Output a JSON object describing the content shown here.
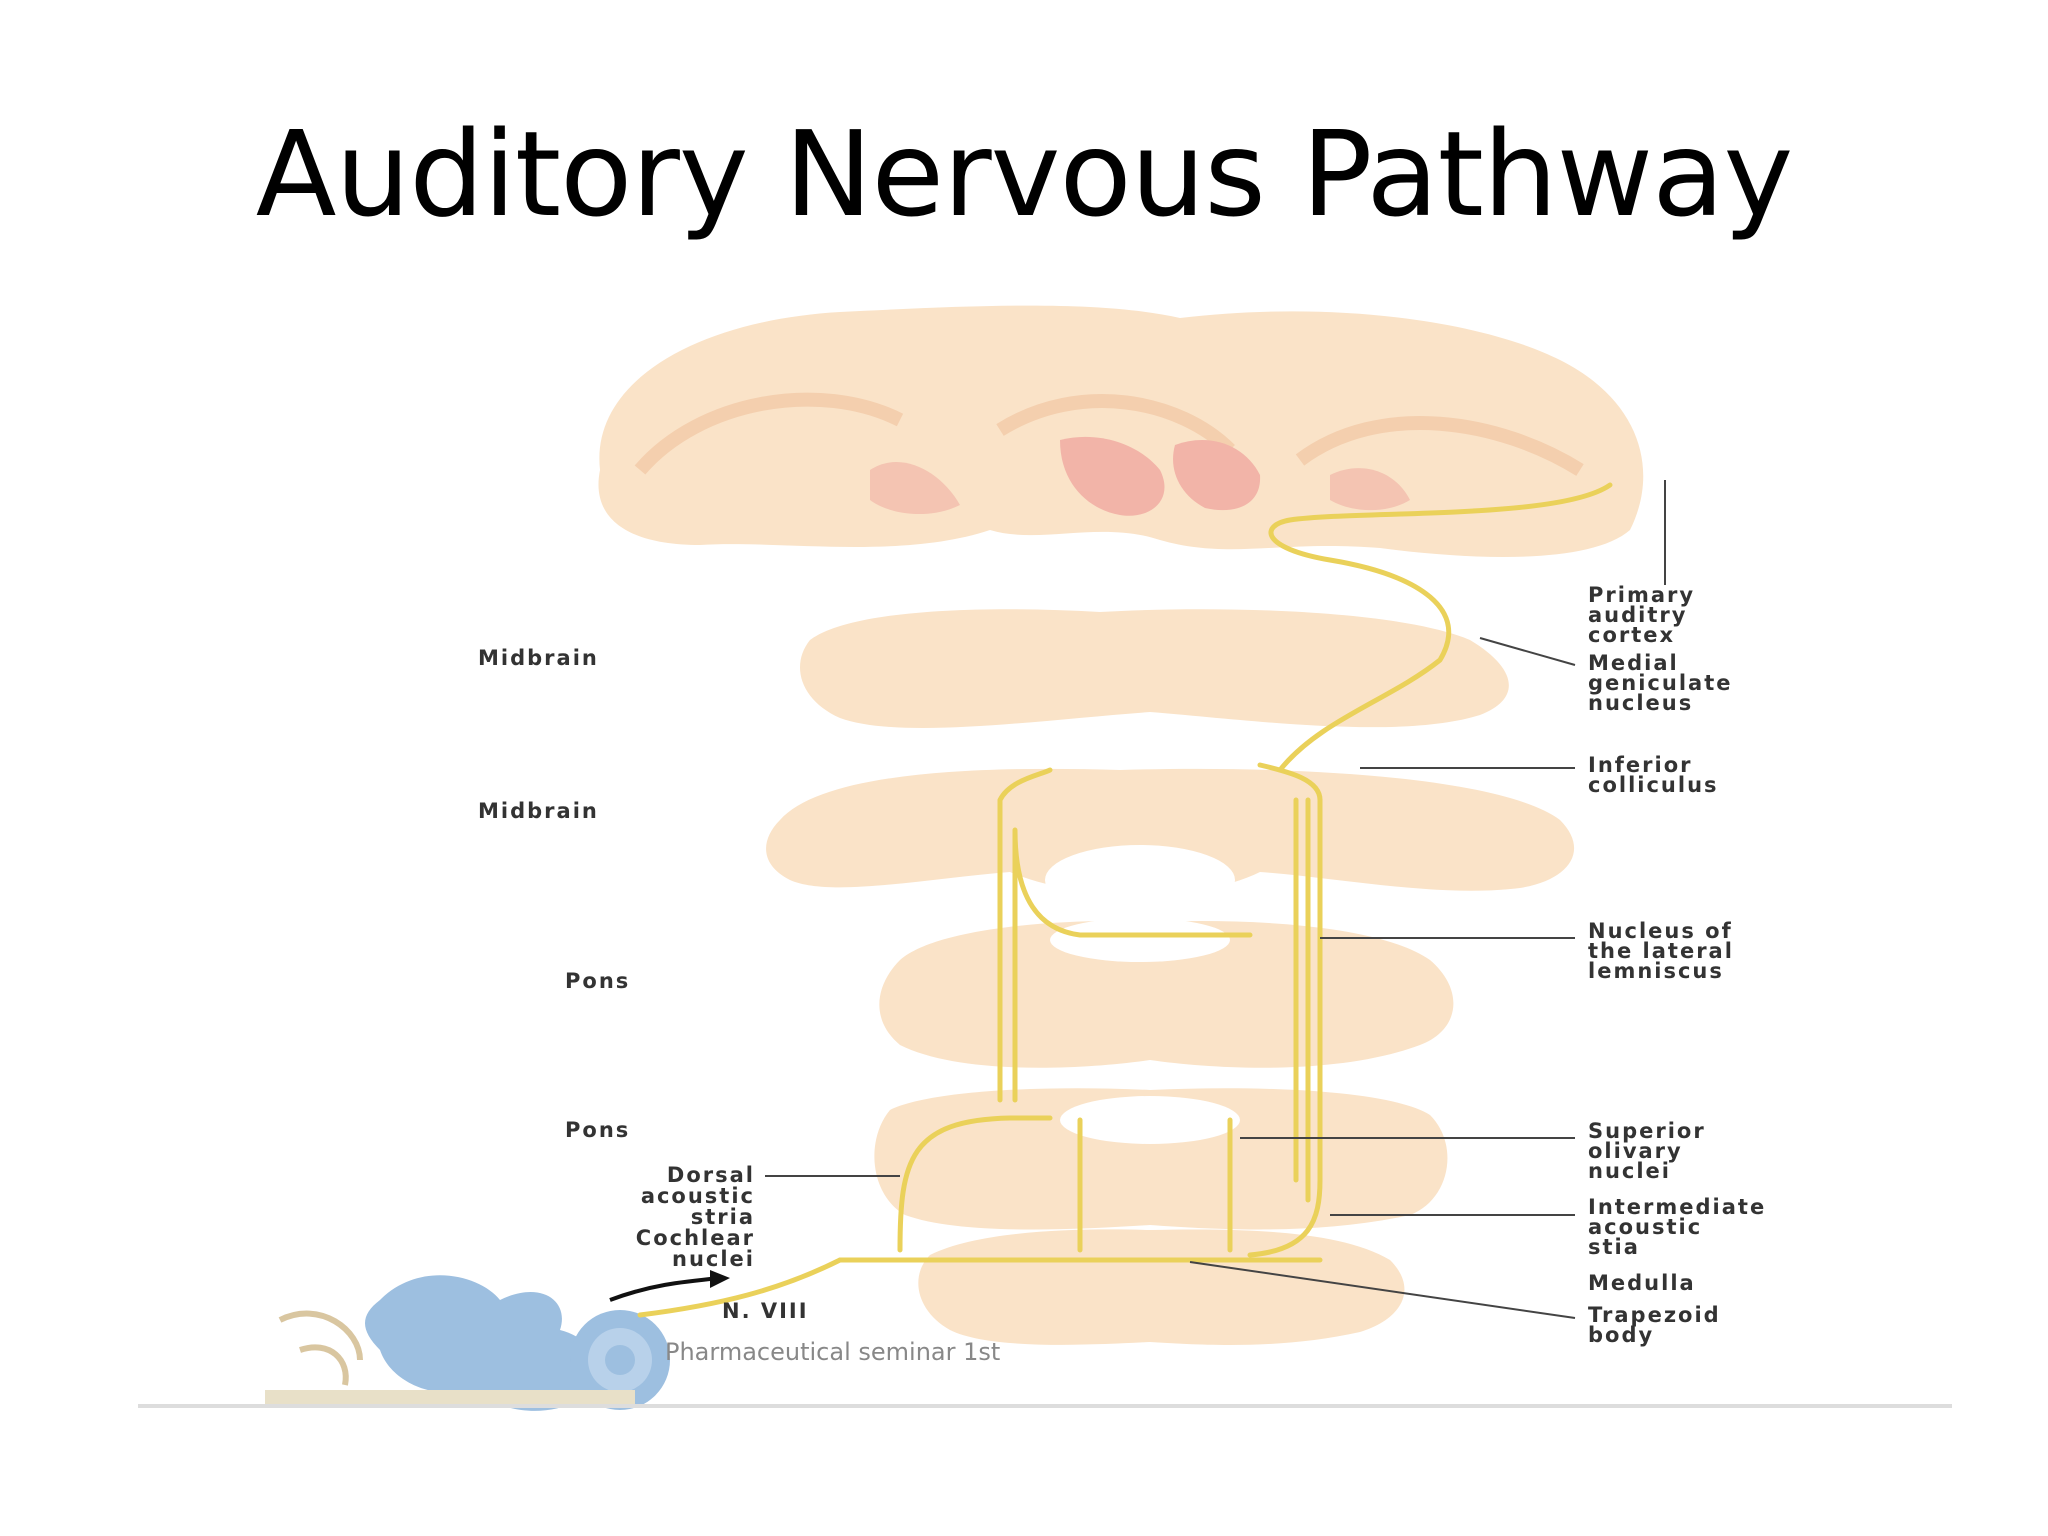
{
  "title": "Auditory Nervous Pathway",
  "diagram": {
    "left_labels": [
      {
        "key": "midbrain1",
        "text": "Midbrain"
      },
      {
        "key": "midbrain2",
        "text": "Midbrain"
      },
      {
        "key": "pons1",
        "text": "Pons"
      },
      {
        "key": "pons2",
        "text": "Pons"
      }
    ],
    "dorsal_acoustic_stria": [
      "Dorsal",
      "acoustic",
      "stria"
    ],
    "cochlear_nuclei": [
      "Cochlear",
      "nuclei"
    ],
    "nerve_label": "N. VIII",
    "right_labels": {
      "primary_auditory_cortex": [
        "Primary",
        "auditry",
        "cortex"
      ],
      "medial_geniculate_nucleus": [
        "Medial",
        "geniculate",
        "nucleus"
      ],
      "inferior_colliculus": [
        "Inferior",
        "colliculus"
      ],
      "nucleus_lateral_lemniscus": [
        "Nucleus of",
        "the lateral",
        "lemniscus"
      ],
      "superior_olivary_nuclei": [
        "Superior",
        "olivary",
        "nuclei"
      ],
      "intermediate_acoustic_stria": [
        "Intermediate",
        "acoustic",
        "stia"
      ],
      "medulla": [
        "Medulla"
      ],
      "trapezoid_body": [
        "Trapezoid",
        "body"
      ]
    },
    "watermark": "Pharmaceutical seminar 1st",
    "colors": {
      "tissue": "#fae3c8",
      "tissue_dark": "#f4cfae",
      "thalamus": "#f2b4a8",
      "tract": "#ead15a",
      "ear": "#8fb4d8"
    }
  }
}
